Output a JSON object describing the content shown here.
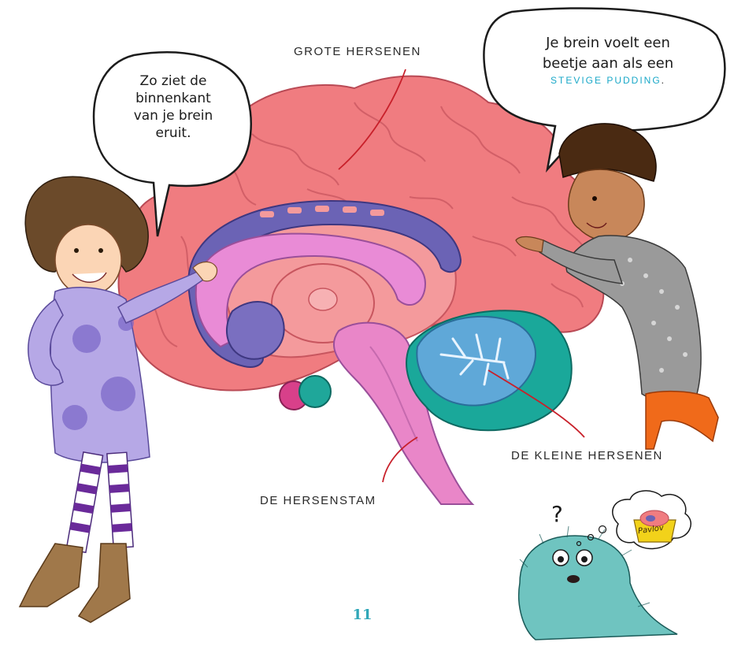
{
  "labels": {
    "cerebrum": "GROTE HERSENEN",
    "cerebellum": "DE KLEINE HERSENEN",
    "brainstem": "DE HERSENSTAM"
  },
  "bubble_left": {
    "lines": [
      "Zo ziet de",
      "binnenkant",
      "van je brein",
      "eruit."
    ]
  },
  "bubble_right": {
    "line1": "Je brein voelt een",
    "line2": "beetje aan als een",
    "highlight": "STEVIGE PUDDING",
    "after_highlight": "."
  },
  "bowl_text": "Pavlov",
  "question_mark": "?",
  "page_number": "11",
  "colors": {
    "brain": "#f07c80",
    "brain_dark": "#d95a62",
    "ventricle": "#6b63b5",
    "inner_pink": "#e98bd6",
    "cerebellum": "#5fa8d8",
    "cerebellum_base": "#1aa89a",
    "highlight": "#1aa8c8",
    "pointer_line": "#c8202a",
    "page_number": "#2fa7b8"
  }
}
